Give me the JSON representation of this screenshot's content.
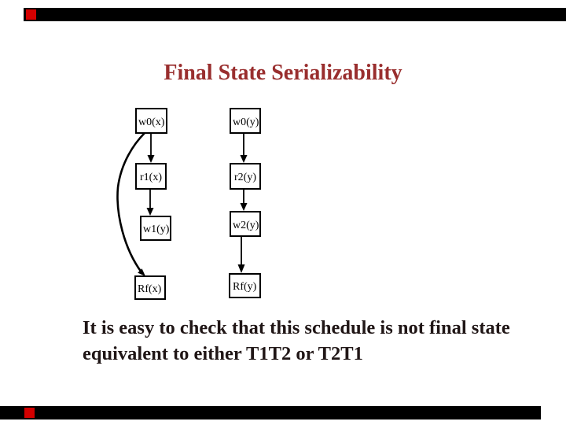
{
  "slide": {
    "title": "Final State Serializability",
    "body": {
      "line1": "It is easy to check that this schedule is not final state",
      "line2": "equivalent to either T1T2 or T2T1"
    },
    "colors": {
      "background": "#ffffff",
      "template_bar": "#000000",
      "accent_square": "#d40000",
      "title_text": "#992e2e",
      "body_text": "#201616",
      "diagram": "#000000"
    }
  },
  "diagram": {
    "nodes": {
      "w0x": "w0(x)",
      "r1x": "r1(x)",
      "w1y": "w1(y)",
      "rfx": "Rf(x)",
      "w0y": "w0(y)",
      "r2y": "r2(y)",
      "w2y": "w2(y)",
      "rfy": "Rf(y)"
    },
    "columns": [
      {
        "name": "left-schedule-column",
        "order": [
          "w0(x)",
          "r1(x)",
          "w1(y)",
          "Rf(x)"
        ]
      },
      {
        "name": "right-schedule-column",
        "order": [
          "w0(y)",
          "r2(y)",
          "w2(y)",
          "Rf(y)"
        ]
      }
    ],
    "edges": [
      {
        "from": "w0(x)",
        "to": "r1(x)",
        "style": "straight-arrow"
      },
      {
        "from": "r1(x)",
        "to": "w1(y)",
        "style": "straight-arrow"
      },
      {
        "from": "w0(x)",
        "to": "Rf(x)",
        "style": "curved-arrow"
      },
      {
        "from": "w0(y)",
        "to": "r2(y)",
        "style": "straight-arrow"
      },
      {
        "from": "r2(y)",
        "to": "w2(y)",
        "style": "straight-arrow"
      },
      {
        "from": "w2(y)",
        "to": "Rf(y)",
        "style": "straight-arrow"
      }
    ]
  }
}
